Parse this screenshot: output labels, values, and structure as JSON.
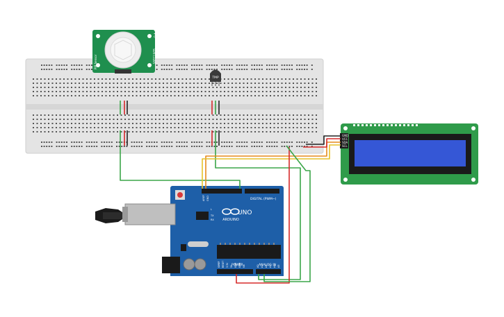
{
  "pir_sensor": {
    "label_left": "PIR Sensor",
    "label_right": "SEN-13285",
    "pins": "- + O"
  },
  "temp_sensor": {
    "label": "TMP"
  },
  "lcd": {
    "pins": [
      "GND",
      "VCC",
      "SDA",
      "SCL"
    ]
  },
  "arduino": {
    "brand": "ARDUINO",
    "model": "UNO",
    "digital_label": "DIGITAL (PWM~)",
    "power_label": "POWER",
    "analog_label": "ANALOG IN",
    "tx_label": "TX",
    "rx_label": "RX",
    "l_label": "L",
    "aref_label": "AREF",
    "gnd_label": "GND",
    "analog_pins": [
      "A0",
      "A1",
      "A2",
      "A3",
      "A4",
      "A5"
    ],
    "power_pins": [
      "IOREF",
      "RESET",
      "3.3V",
      "5V",
      "GND",
      "GND",
      "Vin"
    ]
  },
  "colors": {
    "breadboard": "#e6e6e6",
    "arduino": "#1e5fa8",
    "lcd_board": "#2f9b4a",
    "lcd_screen": "#3557d6",
    "pir_board": "#1f8f4e",
    "wire_green": "#3aa548",
    "wire_red": "#d62a2a",
    "wire_black": "#222222",
    "wire_orange": "#e68a1c",
    "wire_yellow": "#e6c12a"
  }
}
